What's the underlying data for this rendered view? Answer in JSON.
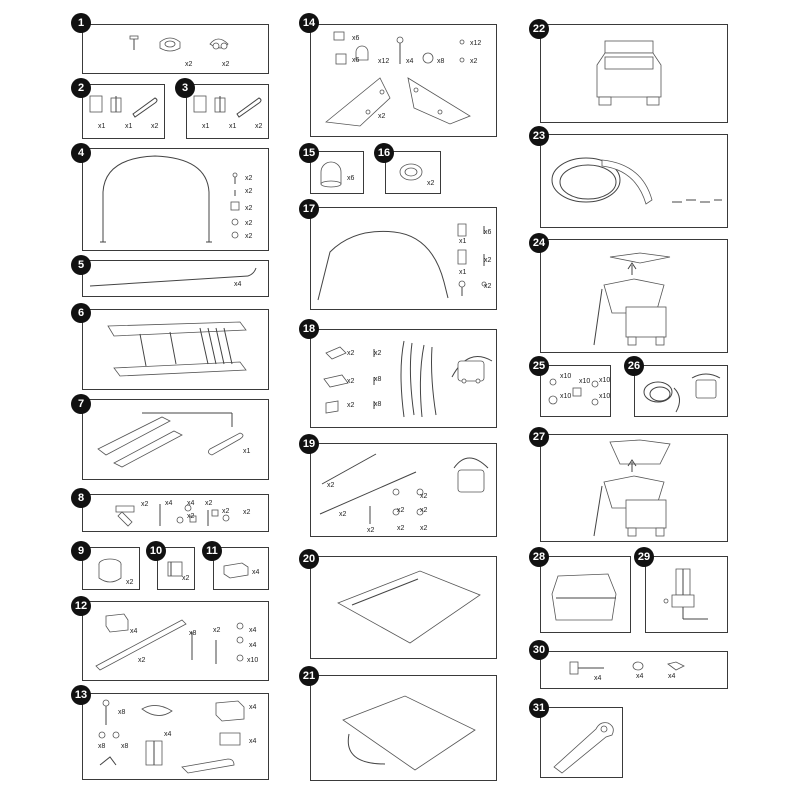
{
  "steps": {
    "s1": {
      "number": "1",
      "qty": [
        "x2",
        "x2"
      ]
    },
    "s2": {
      "number": "2",
      "qty": [
        "x1",
        "x1",
        "x2"
      ]
    },
    "s3": {
      "number": "3",
      "qty": [
        "x1",
        "x1",
        "x2"
      ]
    },
    "s4": {
      "number": "4",
      "qty": [
        "x2",
        "x2",
        "x2",
        "x2",
        "x2"
      ]
    },
    "s5": {
      "number": "5",
      "qty": [
        "x4"
      ]
    },
    "s6": {
      "number": "6"
    },
    "s7": {
      "number": "7",
      "qty": [
        "x1"
      ]
    },
    "s8": {
      "number": "8",
      "qty": [
        "x2",
        "x4",
        "x4",
        "x2",
        "x2",
        "x2",
        "x2"
      ]
    },
    "s9": {
      "number": "9",
      "qty": [
        "x2"
      ]
    },
    "s10": {
      "number": "10",
      "qty": [
        "x2"
      ]
    },
    "s11": {
      "number": "11",
      "qty": [
        "x4"
      ]
    },
    "s12": {
      "number": "12",
      "qty": [
        "x4",
        "x2",
        "x8",
        "x2",
        "x4",
        "x4",
        "x10"
      ]
    },
    "s13": {
      "number": "13",
      "qty": [
        "x8",
        "x4",
        "x8",
        "x8",
        "x4",
        "x4"
      ]
    },
    "s14": {
      "number": "14",
      "qty": [
        "x6",
        "x6",
        "x12",
        "x4",
        "x8",
        "x12",
        "x2",
        "x2"
      ]
    },
    "s15": {
      "number": "15",
      "qty": [
        "x6"
      ]
    },
    "s16": {
      "number": "16",
      "qty": [
        "x2"
      ]
    },
    "s17": {
      "number": "17",
      "qty": [
        "x1",
        "x6",
        "x1",
        "x2",
        "x2"
      ]
    },
    "s18": {
      "number": "18",
      "qty": [
        "x2",
        "x2",
        "x2",
        "x8",
        "x2",
        "x8"
      ]
    },
    "s19": {
      "number": "19",
      "qty": [
        "x2",
        "x2",
        "x2",
        "x2",
        "x2",
        "x2",
        "x2",
        "x2"
      ]
    },
    "s20": {
      "number": "20"
    },
    "s21": {
      "number": "21"
    },
    "s22": {
      "number": "22"
    },
    "s23": {
      "number": "23"
    },
    "s24": {
      "number": "24"
    },
    "s25": {
      "number": "25",
      "qty": [
        "x10",
        "x10",
        "x10",
        "x10",
        "x10"
      ]
    },
    "s26": {
      "number": "26"
    },
    "s27": {
      "number": "27"
    },
    "s28": {
      "number": "28"
    },
    "s29": {
      "number": "29"
    },
    "s30": {
      "number": "30",
      "qty": [
        "x4",
        "x4",
        "x4"
      ]
    },
    "s31": {
      "number": "31"
    }
  }
}
